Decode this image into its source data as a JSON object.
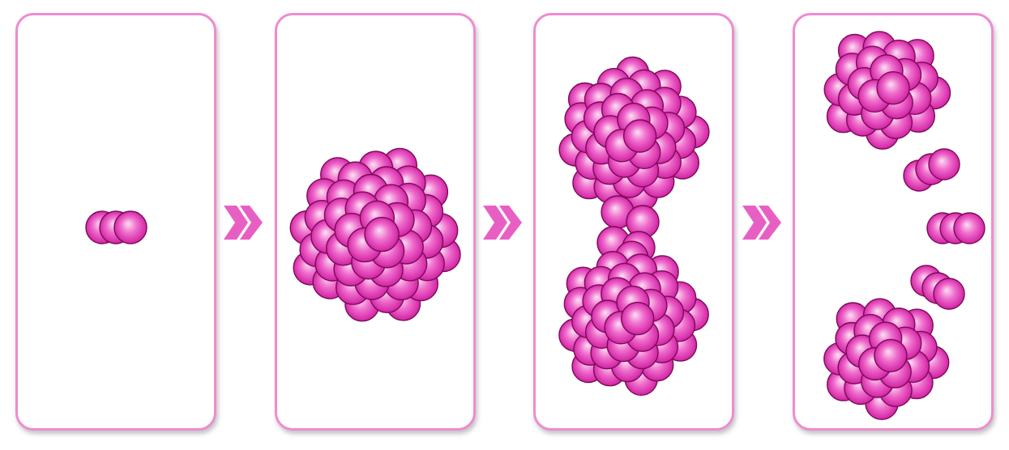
{
  "diagram": {
    "panels": [
      {
        "stage": 1
      },
      {
        "stage": 2
      },
      {
        "stage": 3
      },
      {
        "stage": 4
      }
    ],
    "arrows": [
      {
        "from": 1,
        "to": 2,
        "icon": "double-chevron-right-icon"
      },
      {
        "from": 2,
        "to": 3,
        "icon": "double-chevron-right-icon"
      },
      {
        "from": 3,
        "to": 4,
        "icon": "double-chevron-right-icon"
      }
    ],
    "colors": {
      "panel_border": "#ee8ccf",
      "arrow": "#e85fc4",
      "sphere_light": "#fbe0f3",
      "sphere_mid": "#ef6ccc",
      "sphere_dark": "#cd179c",
      "sphere_outline": "#7a0b5a"
    }
  }
}
